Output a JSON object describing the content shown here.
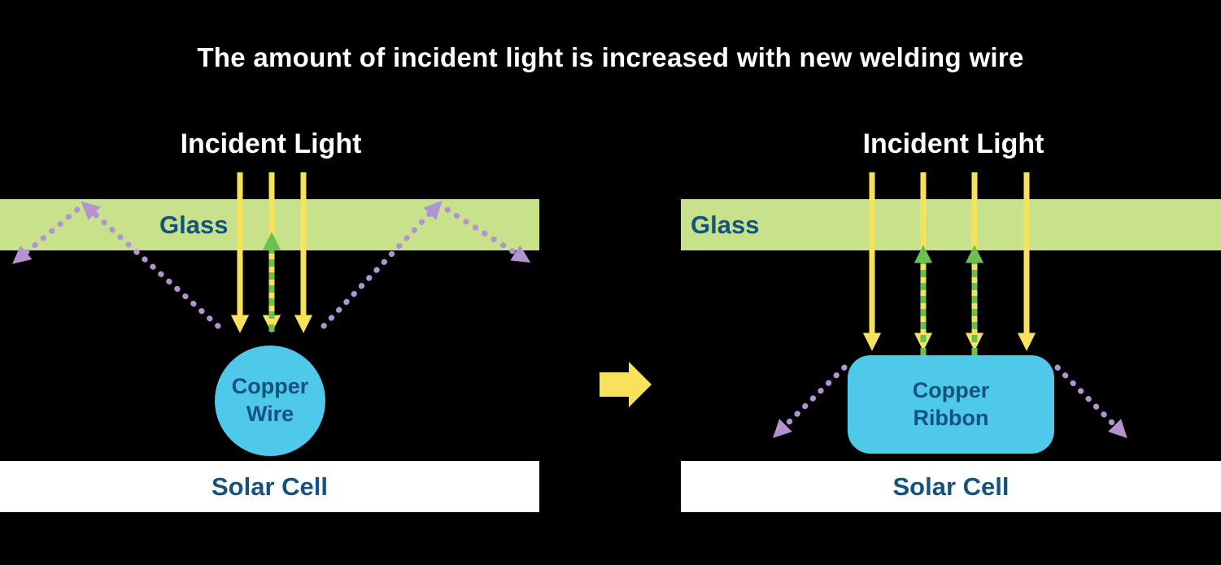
{
  "title": "The amount of incident light is increased with new welding wire",
  "left_panel": {
    "heading": "Incident Light",
    "glass_label": "Glass",
    "component_label_line1": "Copper",
    "component_label_line2": "Wire",
    "solar_label": "Solar Cell"
  },
  "right_panel": {
    "heading": "Incident Light",
    "glass_label": "Glass",
    "component_label_line1": "Copper",
    "component_label_line2": "Ribbon",
    "solar_label": "Solar Cell"
  },
  "colors": {
    "background": "#000000",
    "title_text": "#ffffff",
    "glass_fill": "#c7e28a",
    "label_text": "#14527f",
    "incident_light_arrow": "#f8e25b",
    "reflected_light_arrow": "#6dbf4e",
    "scattered_light_arrow": "#b493d3",
    "copper_fill": "#4ec9e9",
    "solar_cell_fill": "#ffffff",
    "transform_arrow": "#f8e25b"
  }
}
